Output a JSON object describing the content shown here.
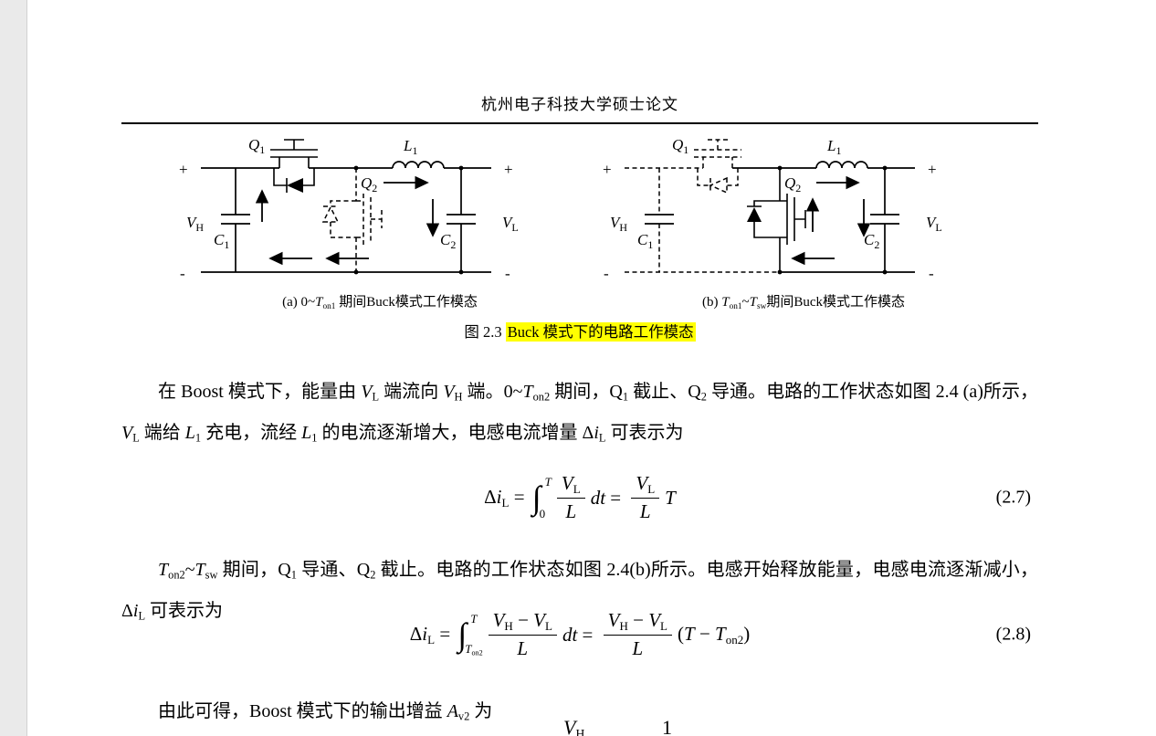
{
  "header": {
    "title": "杭州电子科技大学硕士论文"
  },
  "figure": {
    "caption_label": "图 2.3 ",
    "caption_highlight": "Buck 模式下的电路工作模态",
    "a": {
      "caption": [
        {
          "t": "(a) 0~"
        },
        {
          "t": "T",
          "i": true
        },
        {
          "t": "on1",
          "sub": true
        },
        {
          "t": " 期间Buck模式工作模态"
        }
      ],
      "labels": {
        "plus_left": "+",
        "minus_left": "-",
        "plus_right": "+",
        "minus_right": "-",
        "vh": {
          "m": "V",
          "s": "H"
        },
        "c1": {
          "m": "C",
          "s": "1"
        },
        "q1": {
          "m": "Q",
          "s": "1"
        },
        "q2": {
          "m": "Q",
          "s": "2"
        },
        "l1": {
          "m": "L",
          "s": "1"
        },
        "c2": {
          "m": "C",
          "s": "2"
        },
        "vl": {
          "m": "V",
          "s": "L"
        }
      }
    },
    "b": {
      "caption": [
        {
          "t": "(b) "
        },
        {
          "t": "T",
          "i": true
        },
        {
          "t": "on1",
          "sub": true
        },
        {
          "t": "~"
        },
        {
          "t": "T",
          "i": true
        },
        {
          "t": "sw",
          "sub": true
        },
        {
          "t": "期间Buck模式工作模态"
        }
      ],
      "labels": {
        "plus_left": "+",
        "minus_left": "-",
        "plus_right": "+",
        "minus_right": "-",
        "vh": {
          "m": "V",
          "s": "H"
        },
        "c1": {
          "m": "C",
          "s": "1"
        },
        "q1": {
          "m": "Q",
          "s": "1"
        },
        "q2": {
          "m": "Q",
          "s": "2"
        },
        "l1": {
          "m": "L",
          "s": "1"
        },
        "c2": {
          "m": "C",
          "s": "2"
        },
        "vl": {
          "m": "V",
          "s": "L"
        }
      }
    }
  },
  "paragraphs": {
    "p1": [
      {
        "t": "在 Boost 模式下，能量由 "
      },
      {
        "t": "V",
        "i": true
      },
      {
        "t": "L",
        "sub": true
      },
      {
        "t": " 端流向 "
      },
      {
        "t": "V",
        "i": true
      },
      {
        "t": "H",
        "sub": true
      },
      {
        "t": " 端。0~"
      },
      {
        "t": "T",
        "i": true
      },
      {
        "t": "on2",
        "sub": true
      },
      {
        "t": " 期间，Q"
      },
      {
        "t": "1",
        "sub": true
      },
      {
        "t": " 截止、Q"
      },
      {
        "t": "2",
        "sub": true
      },
      {
        "t": " 导通。电路的工作状态如图 2.4 (a)所示， "
      },
      {
        "t": "V",
        "i": true
      },
      {
        "t": "L",
        "sub": true
      },
      {
        "t": " 端给 "
      },
      {
        "t": "L",
        "i": true
      },
      {
        "t": "1",
        "sub": true
      },
      {
        "t": " 充电，流经 "
      },
      {
        "t": "L",
        "i": true
      },
      {
        "t": "1",
        "sub": true
      },
      {
        "t": " 的电流逐渐增大，电感电流增量 Δ"
      },
      {
        "t": "i",
        "i": true
      },
      {
        "t": "L",
        "sub": true
      },
      {
        "t": " 可表示为"
      }
    ],
    "p2": [
      {
        "t": "T",
        "i": true
      },
      {
        "t": "on2",
        "sub": true
      },
      {
        "t": "~"
      },
      {
        "t": "T",
        "i": true
      },
      {
        "t": "sw",
        "sub": true
      },
      {
        "t": " 期间，Q"
      },
      {
        "t": "1",
        "sub": true
      },
      {
        "t": " 导通、Q"
      },
      {
        "t": "2",
        "sub": true
      },
      {
        "t": " 截止。电路的工作状态如图 2.4(b)所示。电感开始释放能量，电感电流逐渐减小，Δ"
      },
      {
        "t": "i",
        "i": true
      },
      {
        "t": "L",
        "sub": true
      },
      {
        "t": " 可表示为"
      }
    ],
    "p3": [
      {
        "t": "由此可得，Boost 模式下的输出增益 "
      },
      {
        "t": "A",
        "i": true
      },
      {
        "t": "v2",
        "sub": true
      },
      {
        "t": " 为"
      }
    ]
  },
  "equations": {
    "eq27": {
      "lead": [
        {
          "t": "Δ"
        },
        {
          "t": "i",
          "i": true
        },
        {
          "t": "L",
          "sub": true
        },
        {
          "t": " = "
        }
      ],
      "integral": {
        "sign": "∫",
        "top": [
          {
            "t": "T",
            "i": true
          }
        ],
        "bottom": [
          {
            "t": "0"
          }
        ]
      },
      "frac1": {
        "num": [
          {
            "t": "V",
            "i": true
          },
          {
            "t": "L",
            "sub": true
          }
        ],
        "den": [
          {
            "t": "L",
            "i": true
          }
        ]
      },
      "mid": [
        {
          "t": "dt",
          "i": true
        },
        {
          "t": " = "
        }
      ],
      "frac2": {
        "num": [
          {
            "t": "V",
            "i": true
          },
          {
            "t": "L",
            "sub": true
          }
        ],
        "den": [
          {
            "t": "L",
            "i": true
          }
        ]
      },
      "tail": [
        {
          "t": "T",
          "i": true
        }
      ],
      "number": "(2.7)"
    },
    "eq28": {
      "lead": [
        {
          "t": "Δ"
        },
        {
          "t": "i",
          "i": true
        },
        {
          "t": "L",
          "sub": true
        },
        {
          "t": " = "
        }
      ],
      "integral": {
        "sign": "∫",
        "top": [
          {
            "t": "T",
            "i": true
          }
        ],
        "bottom": [
          {
            "t": "T",
            "i": true
          },
          {
            "t": "on2",
            "sub": true
          }
        ]
      },
      "frac1": {
        "num": [
          {
            "t": "V",
            "i": true
          },
          {
            "t": "H",
            "sub": true
          },
          {
            "t": " − "
          },
          {
            "t": "V",
            "i": true
          },
          {
            "t": "L",
            "sub": true
          }
        ],
        "den": [
          {
            "t": "L",
            "i": true
          }
        ]
      },
      "mid": [
        {
          "t": "dt",
          "i": true
        },
        {
          "t": " = "
        }
      ],
      "frac2": {
        "num": [
          {
            "t": "V",
            "i": true
          },
          {
            "t": "H",
            "sub": true
          },
          {
            "t": " − "
          },
          {
            "t": "V",
            "i": true
          },
          {
            "t": "L",
            "sub": true
          }
        ],
        "den": [
          {
            "t": "L",
            "i": true
          }
        ]
      },
      "tail": [
        {
          "t": "("
        },
        {
          "t": "T",
          "i": true
        },
        {
          "t": " − "
        },
        {
          "t": "T",
          "i": true
        },
        {
          "t": "on2",
          "sub": true
        },
        {
          "t": ")"
        }
      ],
      "number": "(2.8)"
    },
    "partial": {
      "frag1": [
        {
          "t": "V",
          "i": true
        },
        {
          "t": "H",
          "sub": true
        }
      ],
      "frag2": [
        {
          "t": "1"
        }
      ]
    }
  }
}
